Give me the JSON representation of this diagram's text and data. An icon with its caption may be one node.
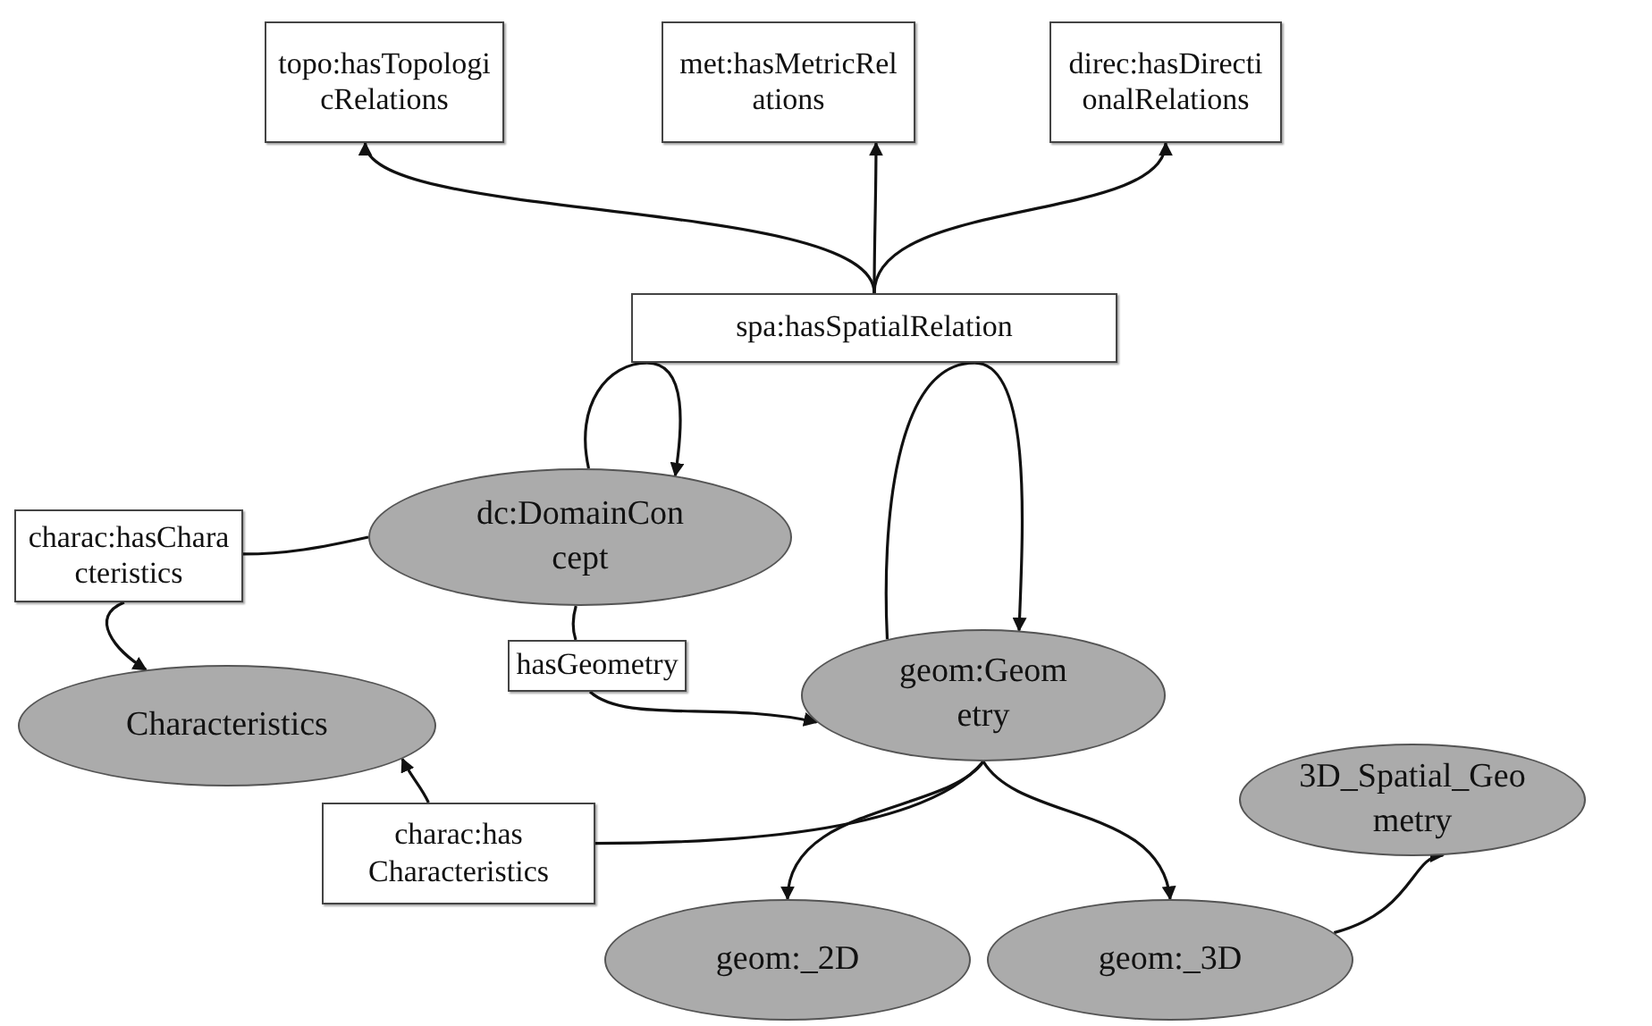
{
  "diagram": {
    "nodes": [
      {
        "text": [
          "topo:hasTopologicRelations"
        ]
      },
      {
        "text": [
          "met:hasMetricRelations"
        ]
      },
      {
        "text": [
          "direc:hasDirectionalRelations"
        ]
      },
      {
        "text": [
          "spa:hasSpatialRelation"
        ]
      },
      {
        "text": [
          "charac:hasCharacteristics"
        ]
      },
      {
        "text": [
          "dc:DomainConcept"
        ]
      },
      {
        "text": [
          "hasGeometry"
        ]
      },
      {
        "text": [
          "Characteristics"
        ]
      },
      {
        "text": [
          "geom:Geometry"
        ]
      },
      {
        "text": [
          "3D_Spatial_Geometry"
        ]
      },
      {
        "text": [
          "charac:has Characteristics"
        ]
      },
      {
        "text": [
          "geom:_2D"
        ]
      },
      {
        "text": [
          "geom:_3D"
        ]
      }
    ],
    "edges": [
      {
        "from": 3,
        "to": 0,
        "arrow": "to"
      },
      {
        "from": 3,
        "to": 1,
        "arrow": "to"
      },
      {
        "from": 3,
        "to": 2,
        "arrow": "to"
      },
      {
        "from": 5,
        "to": 3,
        "arrow": "none"
      },
      {
        "from": 3,
        "to": 5,
        "arrow": "to"
      },
      {
        "from": 8,
        "to": 3,
        "arrow": "none"
      },
      {
        "from": 3,
        "to": 8,
        "arrow": "to"
      },
      {
        "from": 5,
        "to": 4,
        "arrow": "none"
      },
      {
        "from": 4,
        "to": 7,
        "arrow": "to"
      },
      {
        "from": 5,
        "to": 6,
        "arrow": "none"
      },
      {
        "from": 6,
        "to": 8,
        "arrow": "to"
      },
      {
        "from": 8,
        "to": 10,
        "arrow": "none"
      },
      {
        "from": 10,
        "to": 7,
        "arrow": "to"
      },
      {
        "from": 8,
        "to": 11,
        "arrow": "to"
      },
      {
        "from": 8,
        "to": 12,
        "arrow": "to"
      },
      {
        "from": 12,
        "to": 9,
        "arrow": "to"
      }
    ]
  }
}
